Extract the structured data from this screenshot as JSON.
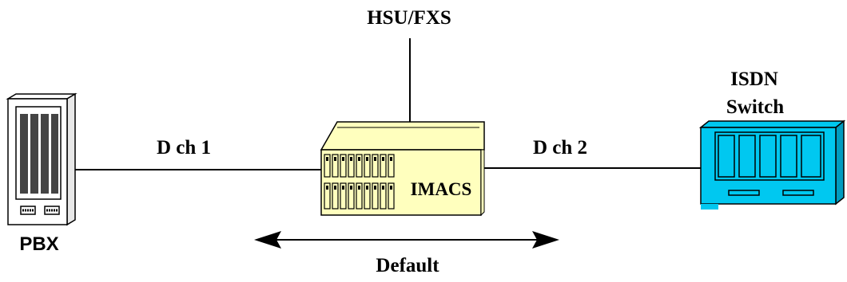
{
  "labels": {
    "hsu_fxs": "HSU/FXS",
    "isdn_switch_line1": "ISDN",
    "isdn_switch_line2": "Switch",
    "d_ch_1": "D ch 1",
    "d_ch_2": "D ch 2",
    "imacs": "IMACS",
    "pbx": "PBX",
    "default": "Default"
  },
  "colors": {
    "line": "#000000",
    "isdn_switch_fill": "#00c8f0",
    "imacs_fill": "#ffffbe",
    "pbx_fill": "#ffffff"
  },
  "icons": {
    "pbx": "pbx-cabinet-icon",
    "imacs": "imacs-chassis-icon",
    "isdn_switch": "isdn-switch-icon",
    "arrow": "double-headed-arrow-icon"
  }
}
